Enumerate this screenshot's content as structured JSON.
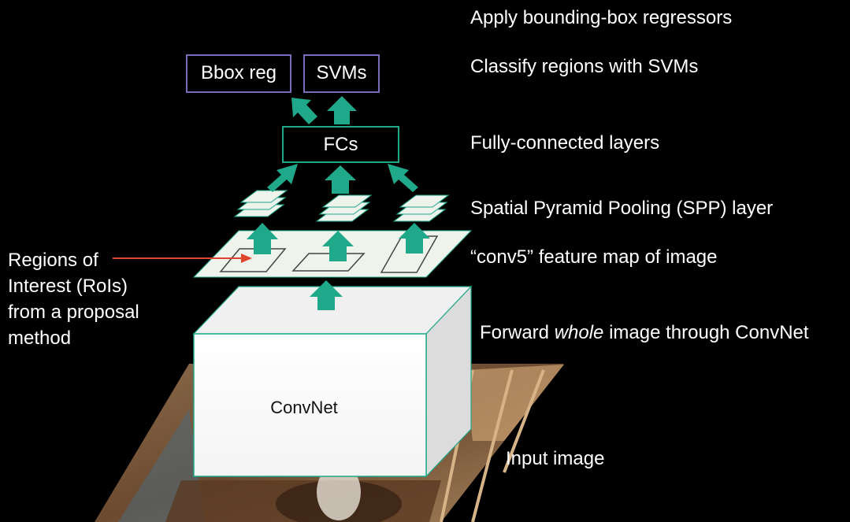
{
  "boxes": {
    "bbox_reg": "Bbox reg",
    "svms": "SVMs",
    "fcs": "FCs",
    "convnet": "ConvNet"
  },
  "steps": {
    "apply_regressors": "Apply bounding-box regressors",
    "classify_svms": "Classify regions with SVMs",
    "fully_connected": "Fully-connected layers",
    "spp_layer": "Spatial Pyramid Pooling (SPP) layer",
    "conv5": "“conv5” feature map of image",
    "forward_pre": "Forward ",
    "forward_em": "whole",
    "forward_post": " image through ConvNet",
    "input_image": "Input image"
  },
  "rois": {
    "line1": "Regions of",
    "line2": "Interest (RoIs)",
    "line3": "from a proposal",
    "line4": "method"
  },
  "colors": {
    "arrow_teal": "#1fa88a",
    "box_border_purple": "#7b6bb8",
    "box_border_teal": "#1fa88a",
    "pointer_red": "#e0442a",
    "feature_map": "#eef3ec"
  }
}
